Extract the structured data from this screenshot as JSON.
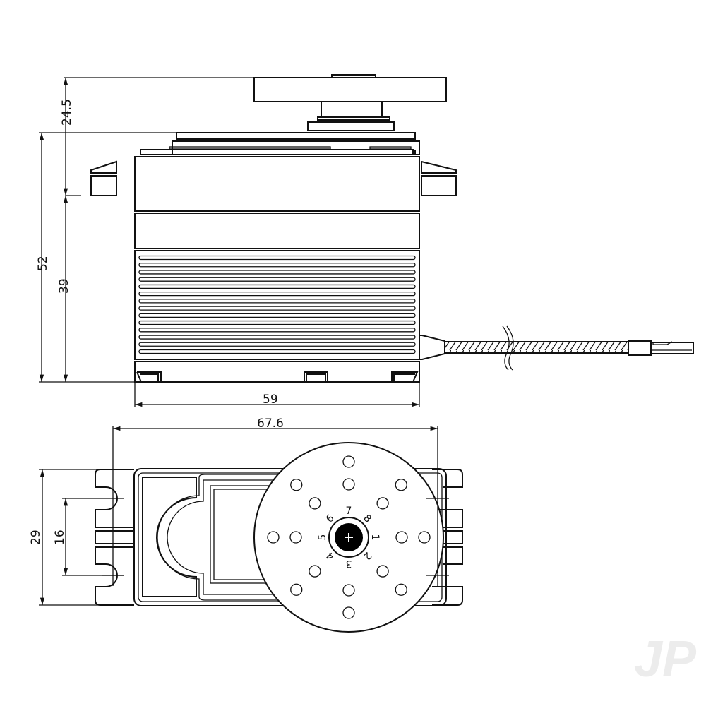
{
  "drawing": {
    "title": "Servo dimension drawing",
    "side_view": {
      "dim_horn_height": "24.5",
      "dim_total_height": "52",
      "dim_body_height": "39",
      "dim_width": "59",
      "rib_count": 14
    },
    "top_view": {
      "dim_overall_length": "67.6",
      "dim_width": "29",
      "dim_hole_spacing": "16",
      "spline_positions": [
        "1",
        "2",
        "3",
        "4",
        "5",
        "6",
        "7",
        "8"
      ]
    },
    "watermark": "JP"
  }
}
